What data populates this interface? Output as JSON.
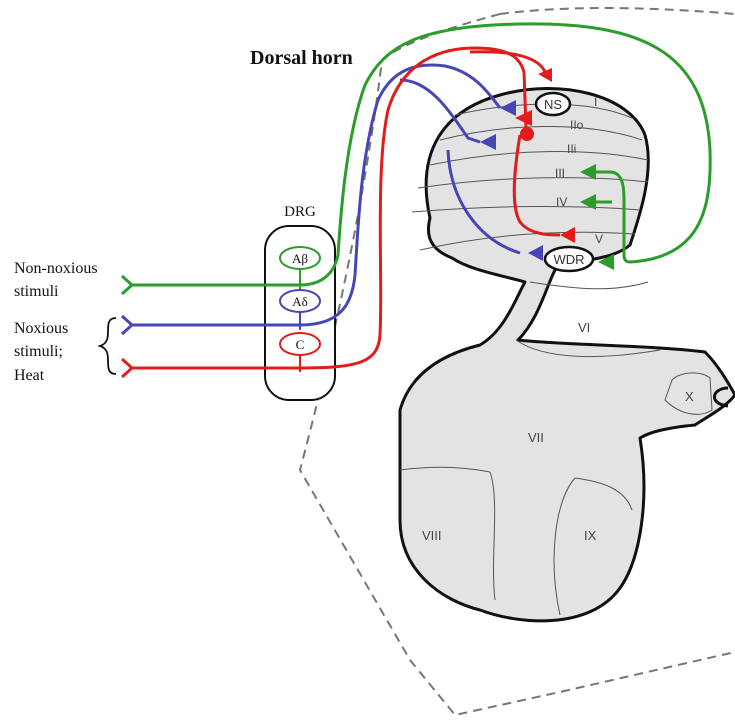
{
  "title": "Dorsal horn",
  "drg": {
    "label": "DRG",
    "fibers": [
      "Aβ",
      "Aδ",
      "C"
    ]
  },
  "stimuli": {
    "non_noxious_line1": "Non-noxious",
    "non_noxious_line2": "stimuli",
    "noxious_line1": "Noxious",
    "noxious_line2": "stimuli;",
    "noxious_line3": "Heat"
  },
  "neurons": {
    "ns": "NS",
    "wdr": "WDR"
  },
  "laminae": [
    "I",
    "IIo",
    "IIi",
    "III",
    "IV",
    "V"
  ],
  "regions": [
    "VI",
    "VII",
    "VIII",
    "IX",
    "X"
  ],
  "colors": {
    "ab_fiber": "#2a9d2a",
    "ad_fiber": "#4646b4",
    "c_fiber": "#e21b1b",
    "grey_matter": "#e3e3e3",
    "outline": "#111111",
    "cord_outline": "#777777"
  },
  "icons": [
    "brace-icon",
    "synapse-arrow-icon",
    "inhibitory-synapse-icon"
  ]
}
